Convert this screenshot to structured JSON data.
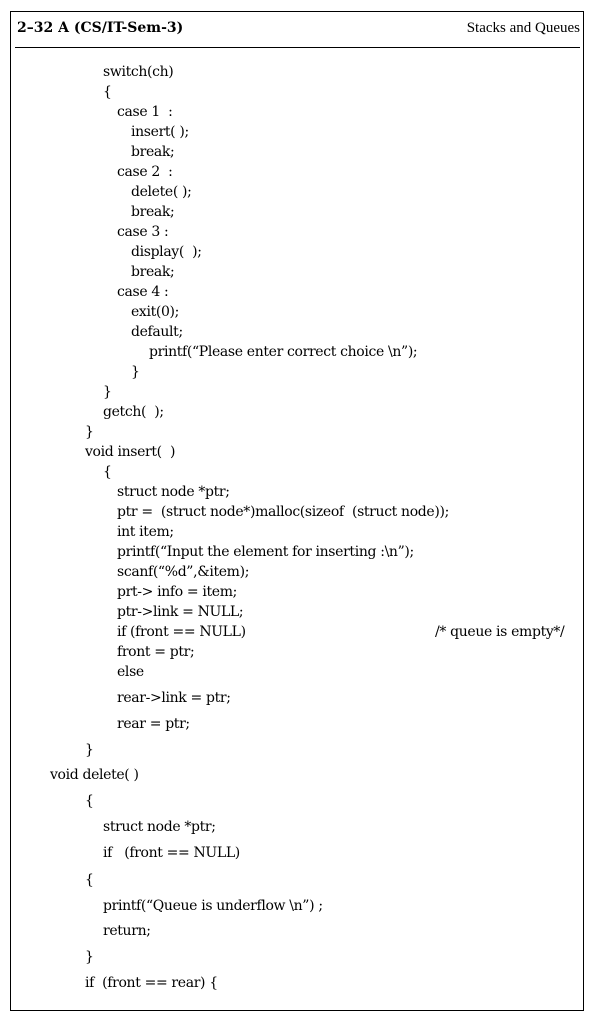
{
  "header": {
    "left": "2–32 A (CS/IT-Sem-3)",
    "right": "Stacks and Queues"
  },
  "code_lines": [
    "switch(ch)",
    "{",
    "case 1  :",
    "insert( );",
    "break;",
    "case 2  :",
    "delete( );",
    "break;",
    "case 3 :",
    "display(  );",
    "break;",
    "case 4 :",
    "exit(0);",
    "default;",
    "printf(“Please enter correct choice \\n”);",
    "}",
    "}",
    "getch(  );",
    "}",
    "void insert(  )",
    "{",
    "struct node *ptr;",
    "ptr =  (struct node*)malloc(sizeof  (struct node));",
    "int item;",
    "printf(“Input the element for inserting :\\n”);",
    "scanf(“%d”,&item);",
    "prt-> info = item;",
    "ptr->link = NULL;",
    "if (front == NULL)",
    "front = ptr;",
    "else",
    "rear->link = ptr;",
    "rear = ptr;",
    "}",
    "void delete( )",
    "{",
    "struct node *ptr;",
    "if   (front == NULL)",
    "{",
    "printf(“Queue is underflow \\n”) ;",
    "return;",
    "}",
    "if  (front == rear) {"
  ],
  "comment": "/* queue is empty*/"
}
